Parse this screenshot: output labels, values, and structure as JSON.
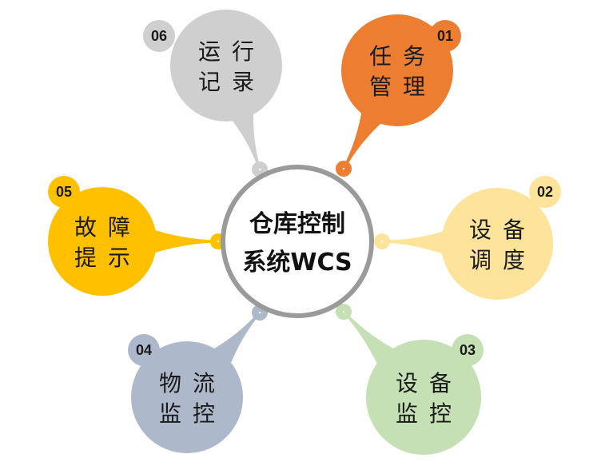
{
  "center": {
    "line1": "仓库控制",
    "line2": "系统WCS"
  },
  "nodes": [
    {
      "num": "01",
      "line1": "任务",
      "line2": "管理",
      "color": "#ed7d31"
    },
    {
      "num": "02",
      "line1": "设备",
      "line2": "调度",
      "color": "#fde49a"
    },
    {
      "num": "03",
      "line1": "设备",
      "line2": "监控",
      "color": "#c5e0b4"
    },
    {
      "num": "04",
      "line1": "物流",
      "line2": "监控",
      "color": "#adb9ca"
    },
    {
      "num": "05",
      "line1": "故障",
      "line2": "提示",
      "color": "#ffc000"
    },
    {
      "num": "06",
      "line1": "运行",
      "line2": "记录",
      "color": "#d0cfcf"
    }
  ]
}
